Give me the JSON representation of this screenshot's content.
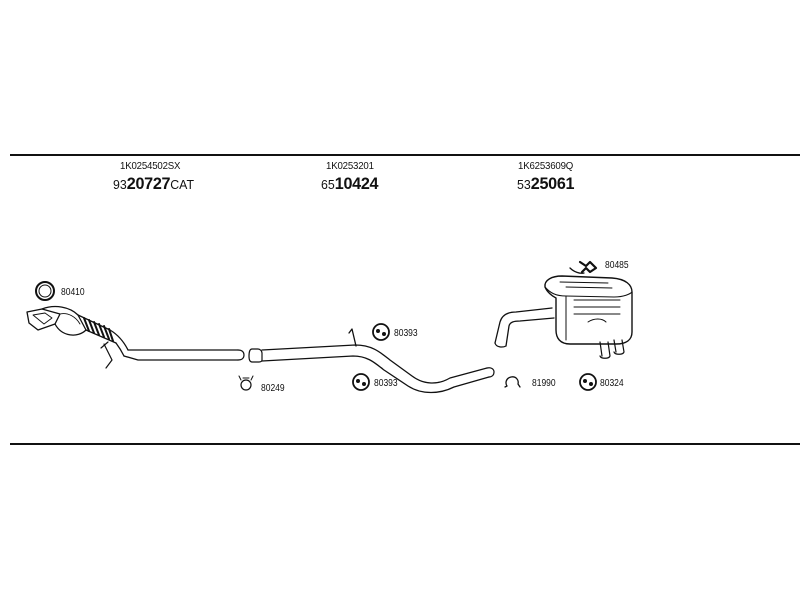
{
  "catalog": {
    "columns": [
      {
        "oe_number": "1K0254502SX",
        "part_prefix": "93",
        "part_main": "20727",
        "part_suffix": "CAT"
      },
      {
        "oe_number": "1K0253201",
        "part_prefix": "65",
        "part_main": "10424",
        "part_suffix": ""
      },
      {
        "oe_number": "1K6253609Q",
        "part_prefix": "53",
        "part_main": "25061",
        "part_suffix": ""
      }
    ]
  },
  "fittings": [
    {
      "ref": "80410",
      "icon": "gasket-ring-icon"
    },
    {
      "ref": "80249",
      "icon": "pipe-clamp-icon"
    },
    {
      "ref": "80393",
      "icon": "rubber-mount-icon"
    },
    {
      "ref": "80393",
      "icon": "rubber-mount-icon"
    },
    {
      "ref": "81990",
      "icon": "omega-clamp-icon"
    },
    {
      "ref": "80324",
      "icon": "rubber-mount-icon"
    },
    {
      "ref": "80485",
      "icon": "hanger-bracket-icon"
    }
  ]
}
